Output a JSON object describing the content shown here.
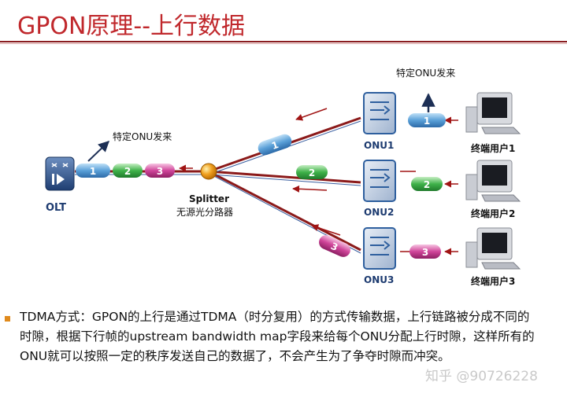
{
  "slide": {
    "title": "GPON原理--上行数据",
    "paragraph": "TDMA方式：GPON的上行是通过TDMA（时分复用）的方式传输数据，上行链路被分成不同的时隙，根据下行帧的upstream bandwidth map字段来给每个ONU分配上行时隙，这样所有的ONU就可以按照一定的秩序发送自己的数据了，不会产生为了争夺时隙而冲突。",
    "watermark": "知乎 @90726228"
  },
  "diagram": {
    "olt_label": "OLT",
    "splitter_label": "Splitter",
    "splitter_sublabel": "无源光分路器",
    "olt_note": "特定ONU发来",
    "onu_note": "特定ONU发来",
    "onus": [
      {
        "label": "ONU1",
        "user": "终端用户1",
        "packet": "1"
      },
      {
        "label": "ONU2",
        "user": "终端用户2",
        "packet": "2"
      },
      {
        "label": "ONU3",
        "user": "终端用户3",
        "packet": "3"
      }
    ],
    "olt_packets": [
      "1",
      "2",
      "3"
    ],
    "colors": {
      "packet1": "#5aa0d8",
      "packet2": "#3fb24a",
      "packet3": "#d0459a",
      "fiber": "#8b1a1a",
      "onu": "#2e5f9e",
      "splitter": "#f0a020"
    }
  }
}
